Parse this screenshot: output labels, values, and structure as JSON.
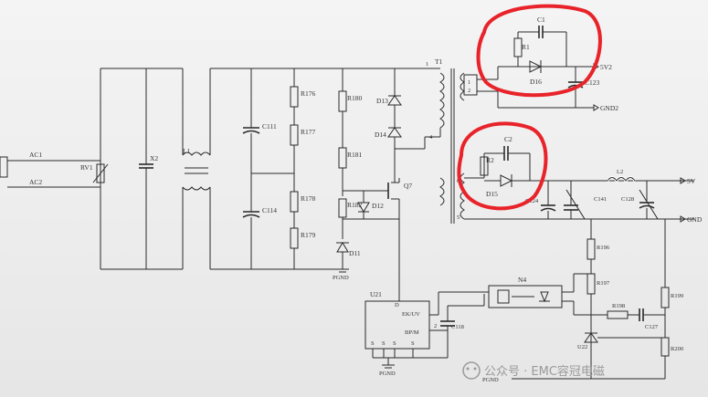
{
  "labels": {
    "ac1": "AC1",
    "ac2": "AC2",
    "rv1": "RV1",
    "x2": "X2",
    "l1": "L1",
    "c111": "C111",
    "c114": "C114",
    "r176": "R176",
    "r177": "R177",
    "r178": "R178",
    "r179": "R179",
    "r180": "R180",
    "r181": "R181",
    "r182": "R182",
    "d13": "D13",
    "d14": "D14",
    "d12": "D12",
    "d11": "D11",
    "q7": "Q7",
    "t1": "T1",
    "u21": "U21",
    "u21_pin_ekuv": "EK/UV",
    "u21_pin_bpm": "BP/M",
    "u21_pin_d": "D",
    "u21_pin_s": "S",
    "c118": "C118",
    "pgnd1": "PGND",
    "pgnd2": "PGND",
    "pgnd3": "PGND",
    "c1": "C1",
    "r1": "R1",
    "d16": "D16",
    "c123": "C123",
    "v5v2": "5V2",
    "gnd2": "GND2",
    "c2": "C2",
    "r2": "R2",
    "d15": "D15",
    "c124": "C124",
    "c141": "C141",
    "l2": "L2",
    "c128": "C128",
    "v5v": "5V",
    "gnd": "GND",
    "r196": "R196",
    "r197": "R197",
    "r198": "R198",
    "r199": "R199",
    "r200": "R200",
    "c127": "C127",
    "n4": "N4",
    "u22": "U22",
    "pin1": "1",
    "pin2": "2",
    "pin4": "4",
    "pin5": "5",
    "pin6": "6",
    "pin2b": "2"
  },
  "watermark": "公众号 · EMC容冠电磁",
  "colors": {
    "paper": "#efefef",
    "ink": "#2a2a2a",
    "highlight": "#e8232a",
    "watermark": "#9a9a9a"
  }
}
